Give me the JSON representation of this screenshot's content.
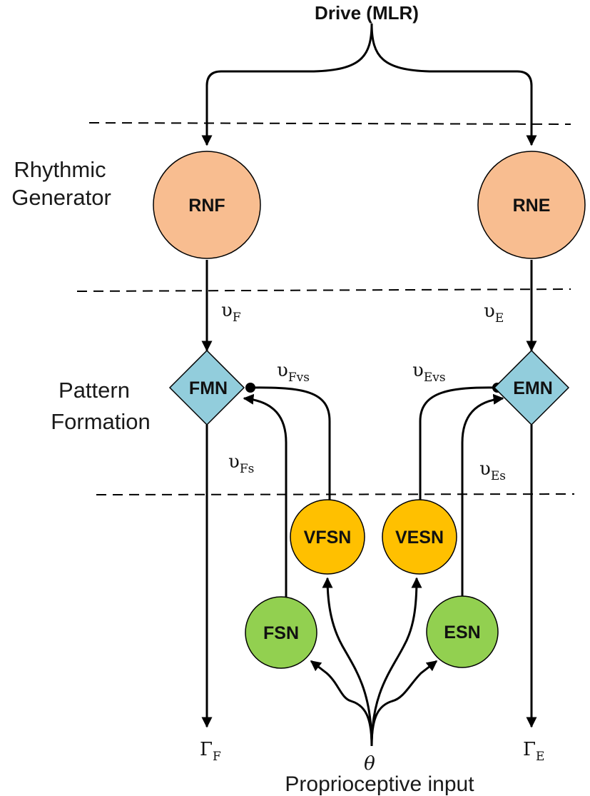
{
  "title": "Drive (MLR)",
  "sections": {
    "rhythmic": [
      "Rhythmic",
      "Generator"
    ],
    "pattern": [
      "Pattern",
      "Formation"
    ]
  },
  "nodes": {
    "rnf": "RNF",
    "rne": "RNE",
    "fmn": "FMN",
    "emn": "EMN",
    "vfsn": "VFSN",
    "vesn": "VESN",
    "fsn": "FSN",
    "esn": "ESN"
  },
  "signals": {
    "v_f": {
      "sym": "υ",
      "sub": "F"
    },
    "v_e": {
      "sym": "υ",
      "sub": "E"
    },
    "v_fvs": {
      "sym": "υ",
      "sub": "Fvs"
    },
    "v_evs": {
      "sym": "υ",
      "sub": "Evs"
    },
    "v_fs": {
      "sym": "υ",
      "sub": "Fs"
    },
    "v_es": {
      "sym": "υ",
      "sub": "Es"
    },
    "gamma_f": {
      "sym": "Γ",
      "sub": "F"
    },
    "gamma_e": {
      "sym": "Γ",
      "sub": "E"
    }
  },
  "input": {
    "theta": "θ",
    "label": "Proprioceptive input"
  },
  "colors": {
    "rhythm_node": "#F8BD90",
    "motor_node": "#92CDDC",
    "vel_sensor": "#FFC000",
    "sensor": "#92D050",
    "stroke": "#000000"
  }
}
